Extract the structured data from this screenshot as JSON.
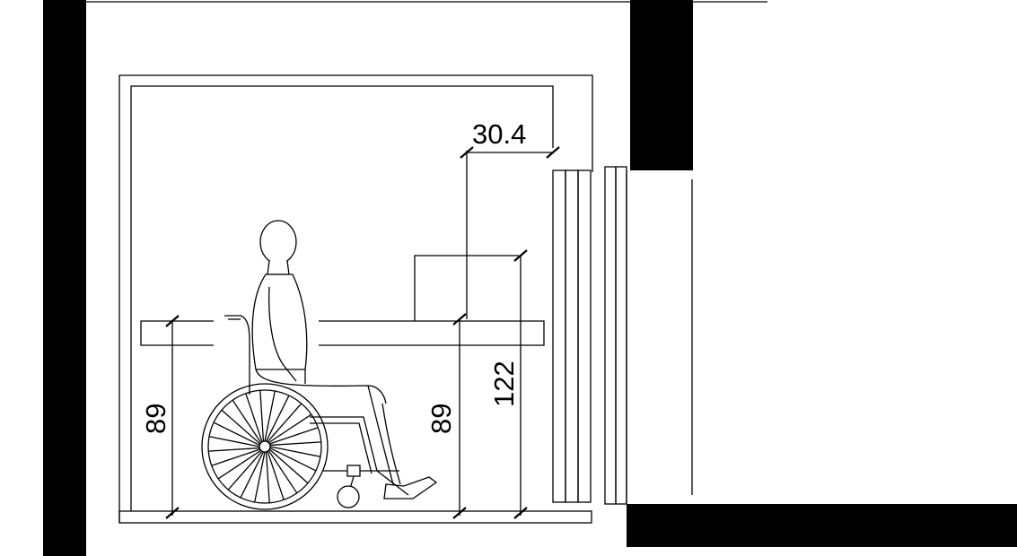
{
  "dimensions": {
    "top_width": "30.4",
    "left_counter_height": "89",
    "right_counter_height": "89",
    "upper_height": "122"
  },
  "colors": {
    "line": "#000000",
    "wall": "#000000",
    "background": "#ffffff"
  },
  "icons": [
    "wheelchair-user-icon"
  ]
}
